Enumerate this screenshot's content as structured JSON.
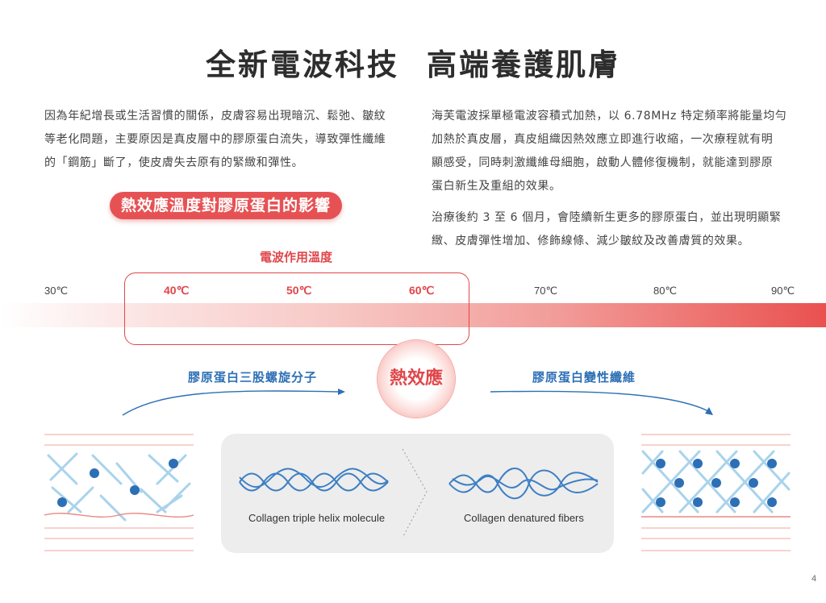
{
  "title": {
    "part1": "全新電波科技",
    "part2": "高端養護肌膚"
  },
  "left_paragraph": [
    "因為年紀增長或生活習慣的關係，皮膚容易出現暗沉、鬆弛、皺紋",
    "等老化問題，主要原因是真皮層中的膠原蛋白流失，導致彈性纖維",
    "的「鋼筋」斷了，使皮膚失去原有的緊緻和彈性。"
  ],
  "right_paragraph_1": [
    "海芙電波採單極電波容積式加熱，以 6.78MHz 特定頻率將能量均勻",
    "加熱於真皮層，真皮組織因熱效應立即進行收縮，一次療程就有明",
    "顯感受，同時刺激纖維母細胞，啟動人體修復機制，就能達到膠原",
    "蛋白新生及重組的效果。"
  ],
  "right_paragraph_2": [
    "治療後約 3 至 6 個月，會陸續新生更多的膠原蛋白，並出現明顯緊",
    "緻、皮膚彈性增加、修飾線條、減少皺紋及改善膚質的效果。"
  ],
  "pill_label": "熱效應溫度對膠原蛋白的影響",
  "range_label": "電波作用溫度",
  "temperatures": [
    "30℃",
    "40℃",
    "50℃",
    "60℃",
    "70℃",
    "80℃",
    "90℃"
  ],
  "left_blue_label": "膠原蛋白三股螺旋分子",
  "heat_label": "熱效應",
  "right_blue_label": "膠原蛋白變性纖維",
  "caption_left": "Collagen triple helix molecule",
  "caption_right": "Collagen denatured fibers",
  "page_number": "4",
  "colors": {
    "accent_red": "#e0464a",
    "accent_blue": "#2d6fb5",
    "lattice_blue": "#a9d3ec"
  },
  "icons": [
    "triple-helix-icon",
    "denatured-fiber-icon",
    "chevron-right-icon",
    "curved-arrow-icon"
  ]
}
